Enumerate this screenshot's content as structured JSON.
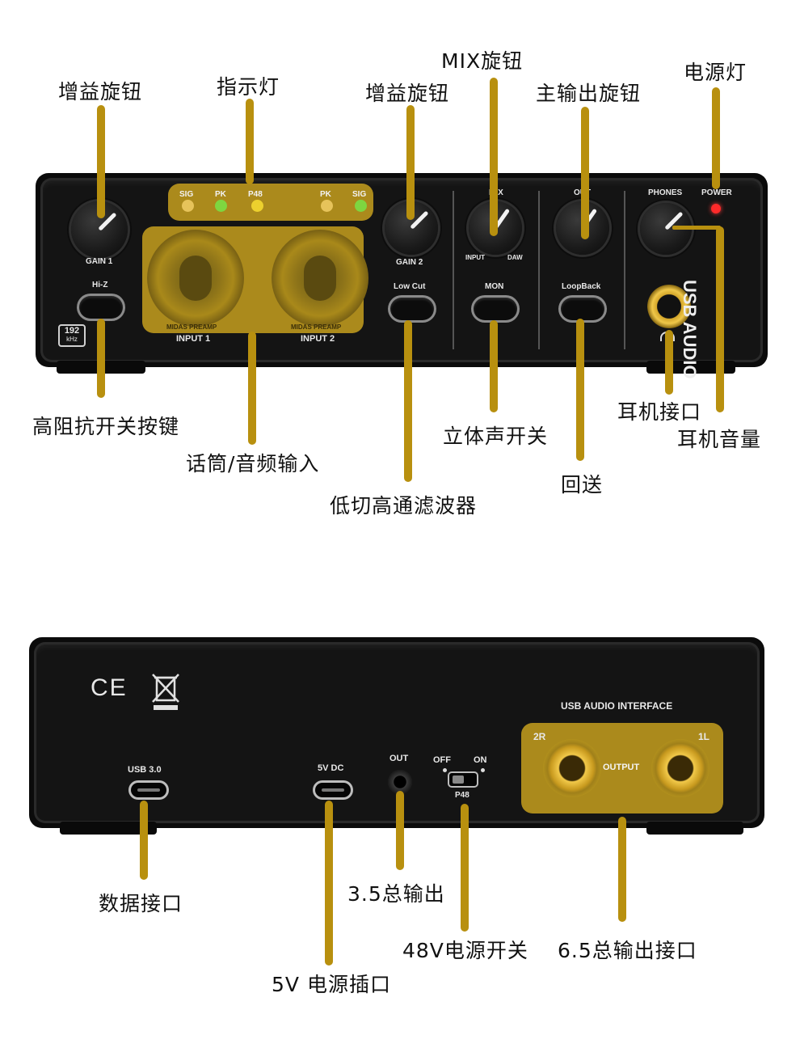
{
  "front": {
    "callouts": {
      "gain1_knob": "增益旋钮",
      "indicator": "指示灯",
      "gain2_knob": "增益旋钮",
      "mix_knob": "MIX旋钮",
      "main_out_knob": "主输出旋钮",
      "power_light": "电源灯",
      "hiz_switch": "高阻抗开关按键",
      "mic_input": "话筒/音频输入",
      "low_cut": "低切高通滤波器",
      "mon_switch": "立体声开关",
      "loopback": "回送",
      "headphone_jack": "耳机接口",
      "headphone_volume": "耳机音量"
    },
    "panel": {
      "sig_left": "SIG",
      "pk_left": "PK",
      "p48": "P48",
      "pk_right": "PK",
      "sig_right": "SIG",
      "gain1": "GAIN 1",
      "gain2": "GAIN 2",
      "hiz": "Hi-Z",
      "badge_top": "192",
      "badge_bottom": "kHz",
      "input1": "INPUT 1",
      "input2": "INPUT 2",
      "preamp1": "MIDAS PREAMP",
      "preamp2": "MIDAS PREAMP",
      "mix": "MIX",
      "mix_left": "INPUT",
      "mix_right": "DAW",
      "out": "OUT",
      "phones": "PHONES",
      "power": "POWER",
      "low_cut": "Low Cut",
      "mon": "MON",
      "loopback": "LoopBack",
      "brand_vertical": "USB AUDIO"
    },
    "colors": {
      "led_sig": "#d9b845",
      "led_pk": "#6fd13a",
      "led_p48": "#e3c324",
      "led_power": "#ff2a2a"
    }
  },
  "back": {
    "callouts": {
      "usb_port": "数据接口",
      "dc_in": "5V 电源插口",
      "out_35": "3.5总输出",
      "p48_switch": "48V电源开关",
      "out_65": "6.5总输出接口"
    },
    "panel": {
      "usb": "USB 3.0",
      "dc": "5V DC",
      "out": "OUT",
      "off": "OFF",
      "on": "ON",
      "p48": "P48",
      "interface": "USB AUDIO INTERFACE",
      "right_ch": "2R",
      "left_ch": "1L",
      "output": "OUTPUT",
      "ce_mark": "CE"
    }
  },
  "colors": {
    "leader": "#b8900f",
    "highlight": "#cda51e",
    "panel": "#141414"
  }
}
